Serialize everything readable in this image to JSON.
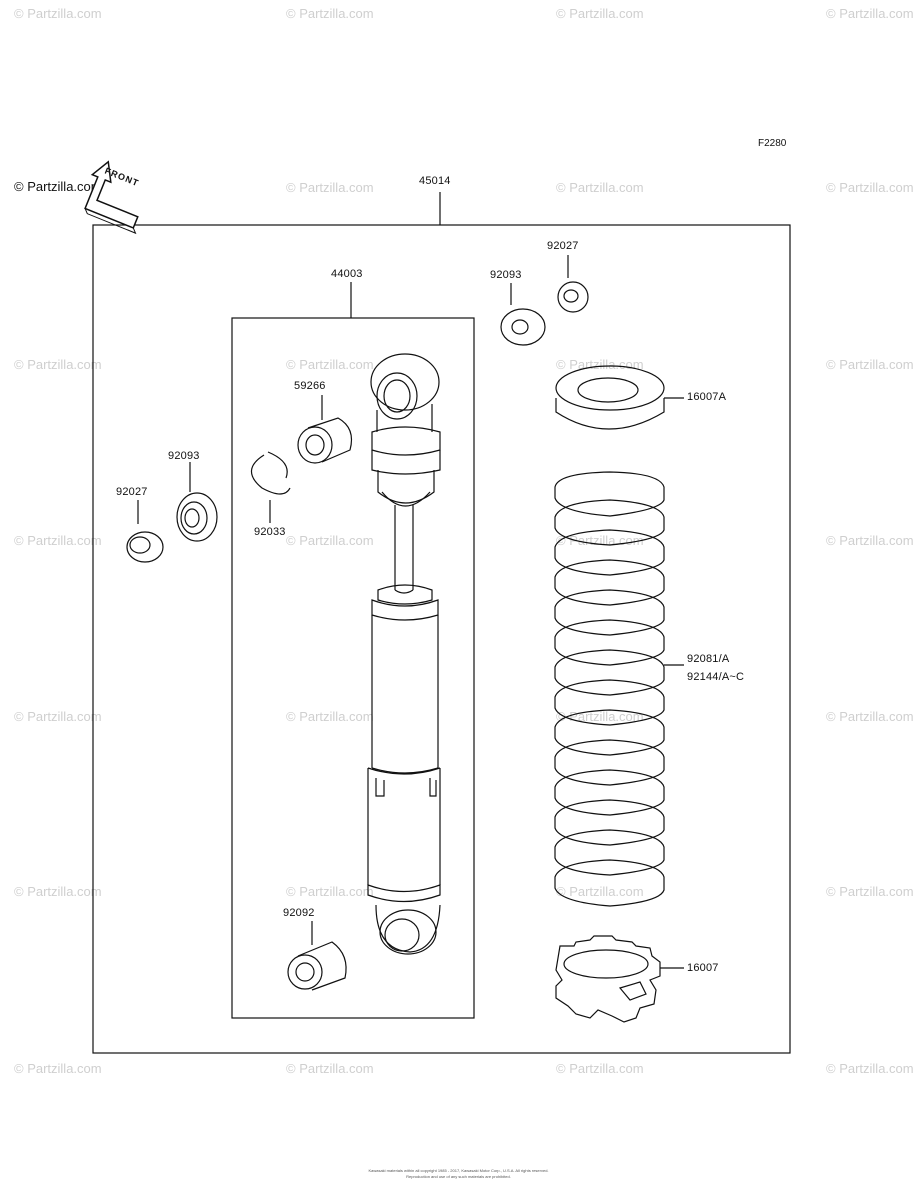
{
  "watermark_text": "© Partzilla.com",
  "copyright_main": "© Partzilla.com",
  "figure_code": "F2280",
  "front_arrow_text": "FRONT",
  "footer_lines": [
    "Kawasaki materials within all copyright 1985 - 2017, Kawasaki Motor Corp., U.S.A. All rights reserved.",
    "Reproduction and use of any such materials are prohibited."
  ],
  "part_labels": {
    "assembly": "45014",
    "shock_absorber": "44003",
    "bushing_upper": "59266",
    "circlip": "92033",
    "bushing_lower": "92092",
    "left_bearing": "92093",
    "left_collar": "92027",
    "top_collar": "92027",
    "top_bearing": "92093",
    "spring_seat_upper": "16007A",
    "spring_line1": "92081/A",
    "spring_line2": "92144/A~C",
    "spring_seat_lower": "16007"
  }
}
